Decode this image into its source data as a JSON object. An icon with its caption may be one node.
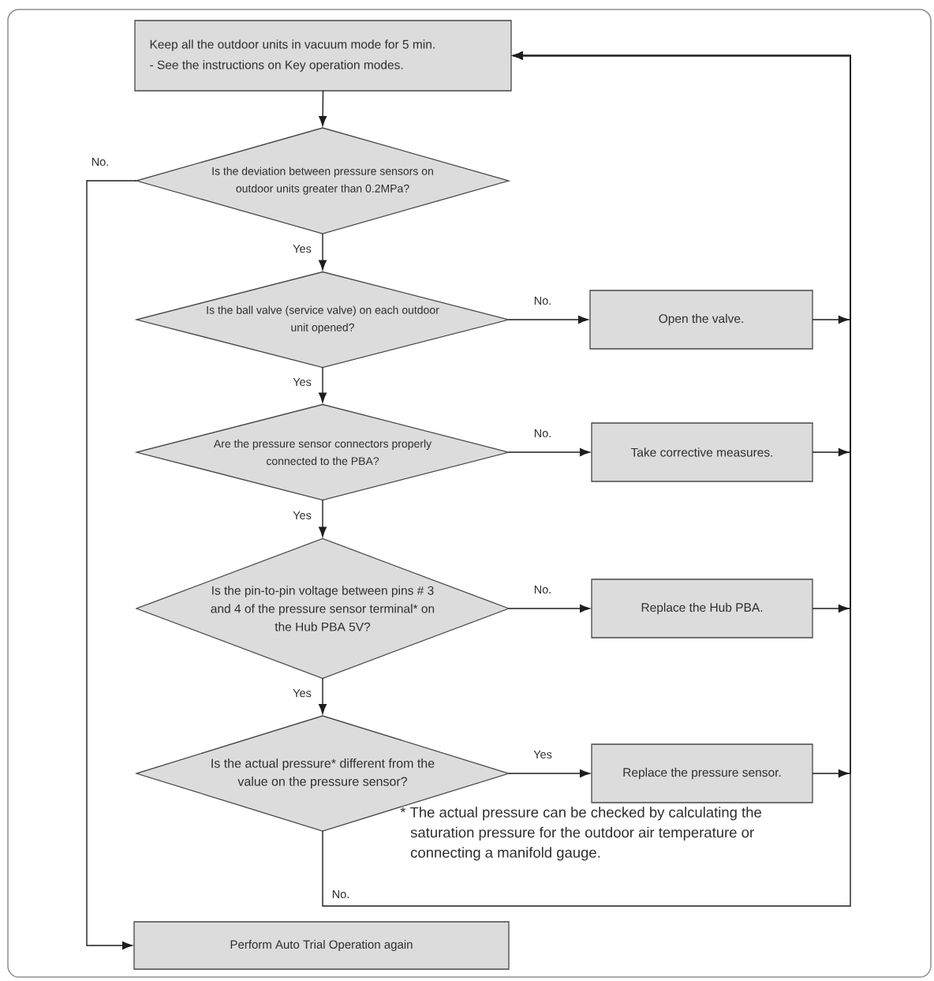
{
  "diagram": {
    "nodes": [
      {
        "text": [
          "Keep all the outdoor units in vacuum mode for 5 min.",
          "- See the instructions on Key operation modes."
        ]
      },
      {
        "text": [
          "Is the deviation between pressure sensors on outdoor units greater than 0.2MPa?"
        ]
      },
      {
        "text": [
          "Is the ball valve (service valve) on each outdoor unit opened?"
        ]
      },
      {
        "text": [
          "Open the valve."
        ]
      },
      {
        "text": [
          "Are the pressure sensor connectors properly connected to the PBA?"
        ]
      },
      {
        "text": [
          "Take corrective measures."
        ]
      },
      {
        "text": [
          "Is the pin-to-pin voltage between pins # 3 and 4 of the pressure sensor terminal* on the Hub PBA 5V?"
        ]
      },
      {
        "text": [
          "Replace the Hub PBA."
        ]
      },
      {
        "text": [
          "Is the actual pressure* different from the value on the pressure sensor?"
        ]
      },
      {
        "text": [
          "Replace the pressure sensor."
        ]
      },
      {
        "text": [
          "Perform Auto Trial Operation again"
        ]
      }
    ],
    "edges": [
      {
        "from": 0,
        "to": 1,
        "arrow": "to"
      },
      {
        "from": 1,
        "to": 2,
        "arrow": "to",
        "label": "Yes"
      },
      {
        "from": 1,
        "to": 10,
        "arrow": "to",
        "label": "No."
      },
      {
        "from": 2,
        "to": 3,
        "arrow": "to",
        "label": "No."
      },
      {
        "from": 2,
        "to": 4,
        "arrow": "to",
        "label": "Yes"
      },
      {
        "from": 3,
        "to": 0,
        "arrow": "to"
      },
      {
        "from": 4,
        "to": 5,
        "arrow": "to",
        "label": "No."
      },
      {
        "from": 4,
        "to": 6,
        "arrow": "to",
        "label": "Yes"
      },
      {
        "from": 5,
        "to": 0,
        "arrow": "to"
      },
      {
        "from": 6,
        "to": 7,
        "arrow": "to",
        "label": "No."
      },
      {
        "from": 6,
        "to": 8,
        "arrow": "to",
        "label": "Yes"
      },
      {
        "from": 7,
        "to": 0,
        "arrow": "to"
      },
      {
        "from": 8,
        "to": 9,
        "arrow": "to",
        "label": "Yes"
      },
      {
        "from": 8,
        "to": 0,
        "arrow": "to",
        "label": "No."
      },
      {
        "from": 9,
        "to": 0,
        "arrow": "to"
      }
    ],
    "labels": [
      "* The actual pressure can be checked by calculating the saturation pressure for the outdoor air temperature or connecting a manifold gauge."
    ]
  }
}
